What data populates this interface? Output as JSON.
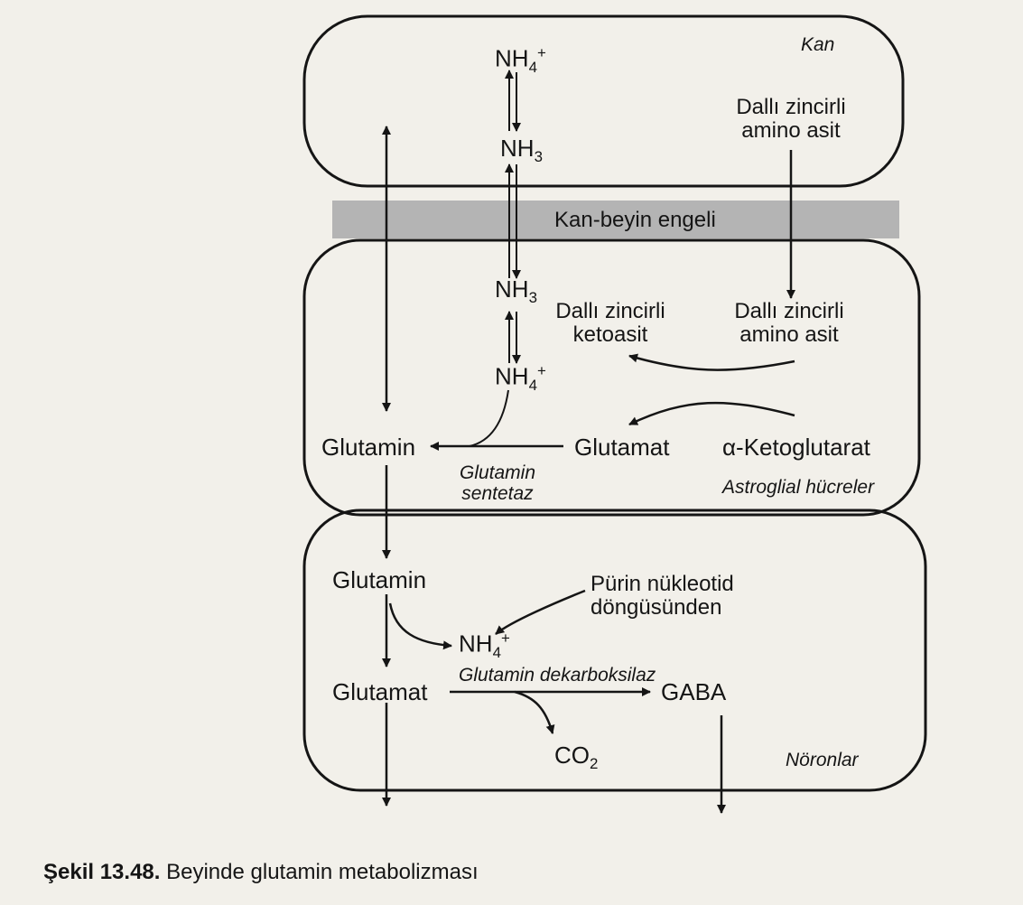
{
  "compartments": {
    "blood": "Kan",
    "bbb": "Kan-beyin engeli",
    "astroglia": "Astroglial hücreler",
    "neurons": "Nöronlar"
  },
  "blood": {
    "nh4": "NH",
    "nh4_sub": "4",
    "nh4_sup": "+",
    "nh3": "NH",
    "nh3_sub": "3",
    "bcaa_line1": "Dallı zincirli",
    "bcaa_line2": "amino asit"
  },
  "astro": {
    "nh3": "NH",
    "nh3_sub": "3",
    "nh4": "NH",
    "nh4_sub": "4",
    "nh4_sup": "+",
    "keto_line1": "Dallı zincirli",
    "keto_line2": "ketoasit",
    "bcaa_line1": "Dallı zincirli",
    "bcaa_line2": "amino asit",
    "glutamine": "Glutamin",
    "glutamate": "Glutamat",
    "akg_prefix": "α",
    "akg_rest": "-Ketoglutarat",
    "enzyme_line1": "Glutamin",
    "enzyme_line2": "sentetaz"
  },
  "neuron": {
    "glutamine": "Glutamin",
    "purine_line1": "Pürin nükleotid",
    "purine_line2": "döngüsünden",
    "nh4": "NH",
    "nh4_sub": "4",
    "nh4_sup": "+",
    "enzyme": "Glutamin dekarboksilaz",
    "glutamate": "Glutamat",
    "gaba": "GABA",
    "co2": "CO",
    "co2_sub": "2"
  },
  "caption": {
    "number": "Şekil 13.48.",
    "text": "Beyinde glutamin metabolizması"
  },
  "colors": {
    "ink": "#151515",
    "barrier": "#b4b4b4",
    "page": "#f2f0ea"
  }
}
